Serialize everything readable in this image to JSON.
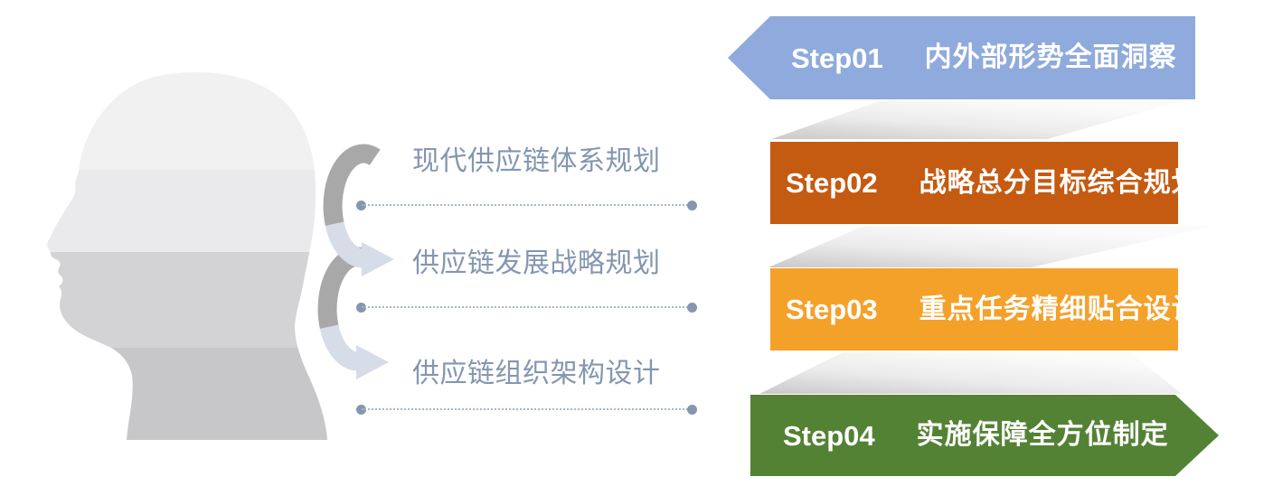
{
  "slide": {
    "background": "#ffffff",
    "description": "supply-chain planning process diagram"
  },
  "head_graphic": {
    "icon": "head-silhouette",
    "band_colors": [
      "#f1f1f2",
      "#eaeaec",
      "#d3d3d5",
      "#c7c7c9"
    ]
  },
  "planning_items": [
    {
      "label": "现代供应链体系规划"
    },
    {
      "label": "供应链发展战略规划"
    },
    {
      "label": "供应链组织架构设计"
    }
  ],
  "steps": [
    {
      "step": "Step01",
      "title": "内外部形势全面洞察",
      "color": "#8FAADC",
      "shape": "chevron-left"
    },
    {
      "step": "Step02",
      "title": "战略总分目标综合规划",
      "color": "#C55A11",
      "shape": "rectangle"
    },
    {
      "step": "Step03",
      "title": "重点任务精细贴合设计",
      "color": "#F4A12A",
      "shape": "rectangle"
    },
    {
      "step": "Step04",
      "title": "实施保障全方位制定",
      "color": "#548235",
      "shape": "chevron-right"
    }
  ],
  "accent_colors": {
    "label_text": "#8496B0",
    "connector_dot": "#8496B0",
    "connector_line": "#a9b5c8",
    "arrow_dark": "#a8a8a8",
    "arrow_light": "#d6dce8",
    "fold_gray": "#c9c9c9"
  }
}
